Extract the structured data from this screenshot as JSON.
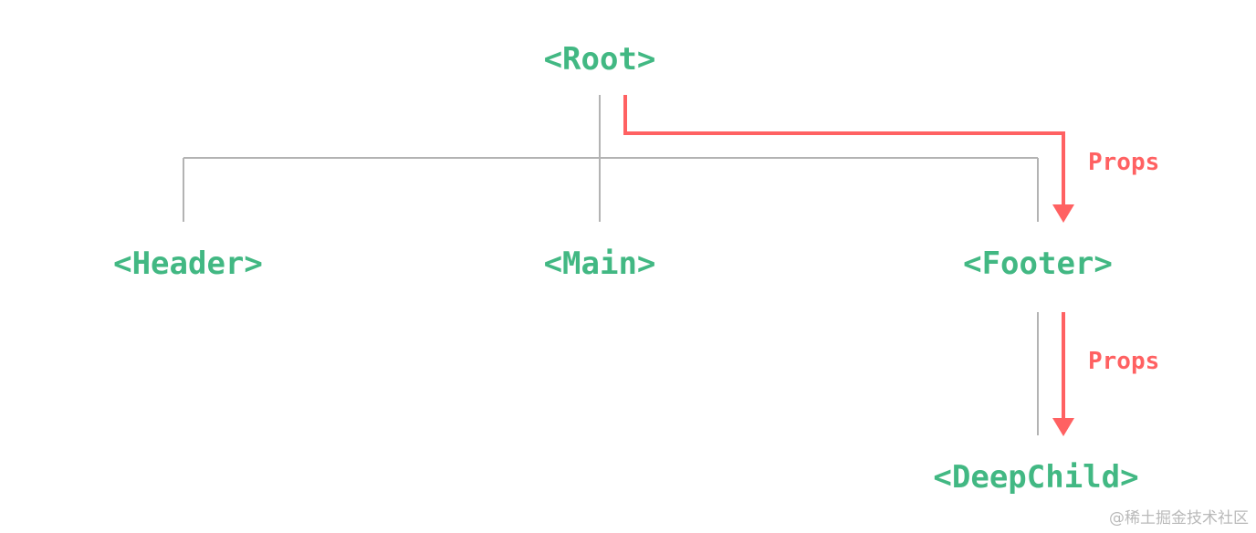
{
  "colors": {
    "node": "#42b883",
    "props": "#ff6162",
    "connector": "#b3b3b3"
  },
  "nodes": {
    "root": "<Root>",
    "header": "<Header>",
    "main": "<Main>",
    "footer": "<Footer>",
    "deep_child": "<DeepChild>"
  },
  "edges": {
    "props_root_to_footer": "Props",
    "props_footer_to_deepchild": "Props"
  },
  "watermark": "@稀土掘金技术社区"
}
